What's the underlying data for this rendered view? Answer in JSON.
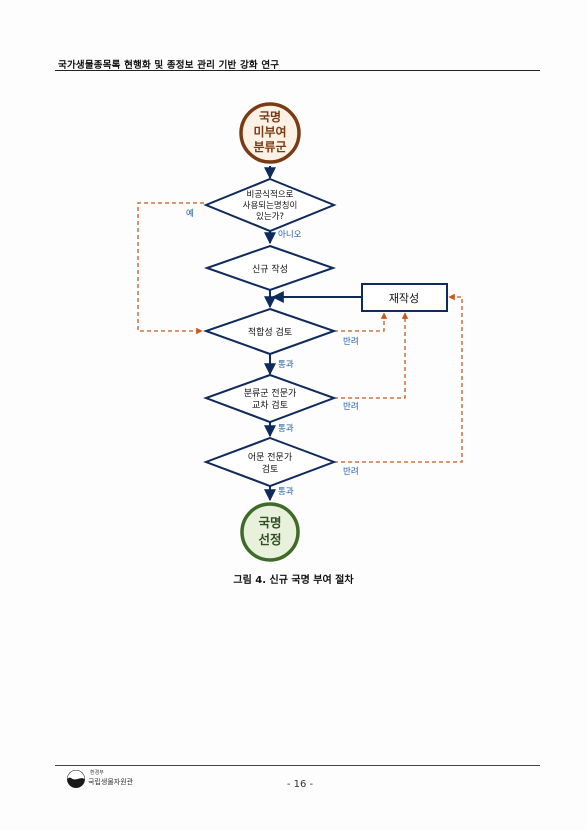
{
  "header": {
    "title": "국가생물종목록 현행화 및 종정보 관리 기반 강화 연구"
  },
  "flowchart": {
    "start": {
      "line1": "국명",
      "line2": "미부여",
      "line3": "분류군"
    },
    "decision_usage": {
      "line1": "비공식적으로",
      "line2": "사용되는명칭이",
      "line3": "있는가?"
    },
    "label_yes": "예",
    "label_no": "아니오",
    "new_creation": "신규 작성",
    "rewrite": "재작성",
    "suitability_review": "적합성 검토",
    "taxon_review": {
      "line1": "분류군 전문가",
      "line2": "교차 검토"
    },
    "language_review": {
      "line1": "어문 전문가",
      "line2": "검토"
    },
    "label_pass": "통과",
    "label_reject": "반려",
    "end": {
      "line1": "국명",
      "line2": "선정"
    },
    "colors": {
      "flow": "#0f2a5c",
      "dashed": "#c65a1e",
      "label_blue": "#1f5fa8",
      "start_ring": "#7a3a14",
      "end_ring": "#3f6b2a",
      "end_fill": "#e9f0dc"
    }
  },
  "caption": "그림 4. 신규 국명 부여 절차",
  "footer": {
    "ministry": "환경부",
    "organization": "국립생물자원관",
    "page_number": "- 16 -"
  }
}
